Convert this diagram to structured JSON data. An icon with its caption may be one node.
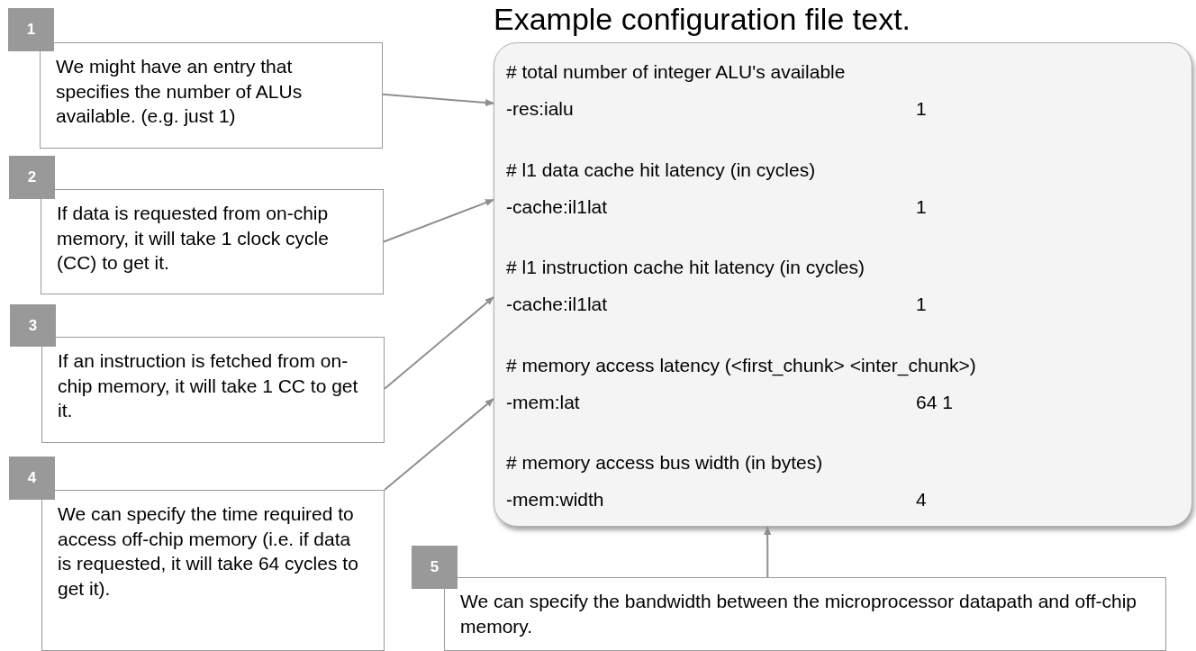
{
  "diagram": {
    "title": "Example configuration file text.",
    "nodes": [
      {
        "text": [
          "# total number of integer ALU's available",
          "-res:ialu",
          "1",
          "# l1 data cache hit latency (in cycles)",
          "-cache:il1lat",
          "1",
          "# l1 instruction cache hit latency (in cycles)",
          "-cache:il1lat",
          "1",
          "# memory access latency (<first_chunk> <inter_chunk>)",
          "-mem:lat",
          "64 1",
          "# memory access bus width (in bytes)",
          "-mem:width",
          "4"
        ]
      },
      {
        "text": [
          "1"
        ]
      },
      {
        "text": [
          "We might have an entry that specifies the number of ALUs available.  (e.g. just 1)"
        ]
      },
      {
        "text": [
          "2"
        ]
      },
      {
        "text": [
          "If data is requested from on-chip memory, it will take 1 clock cycle (CC) to get it."
        ]
      },
      {
        "text": [
          "3"
        ]
      },
      {
        "text": [
          "If an instruction is fetched from on-chip memory, it will take 1 CC to get it."
        ]
      },
      {
        "text": [
          "4"
        ]
      },
      {
        "text": [
          "We can specify the time required to access off-chip memory (i.e. if data is requested, it will take 64 cycles to get it)."
        ]
      },
      {
        "text": [
          "5"
        ]
      },
      {
        "text": [
          "We can specify the bandwidth between the microprocessor datapath and off-chip memory."
        ]
      }
    ],
    "edges": [
      {
        "from": 2,
        "to": 0,
        "arrow": "to"
      },
      {
        "from": 4,
        "to": 0,
        "arrow": "to"
      },
      {
        "from": 6,
        "to": 0,
        "arrow": "to"
      },
      {
        "from": 8,
        "to": 0,
        "arrow": "to"
      },
      {
        "from": 10,
        "to": 0,
        "arrow": "to"
      }
    ]
  }
}
